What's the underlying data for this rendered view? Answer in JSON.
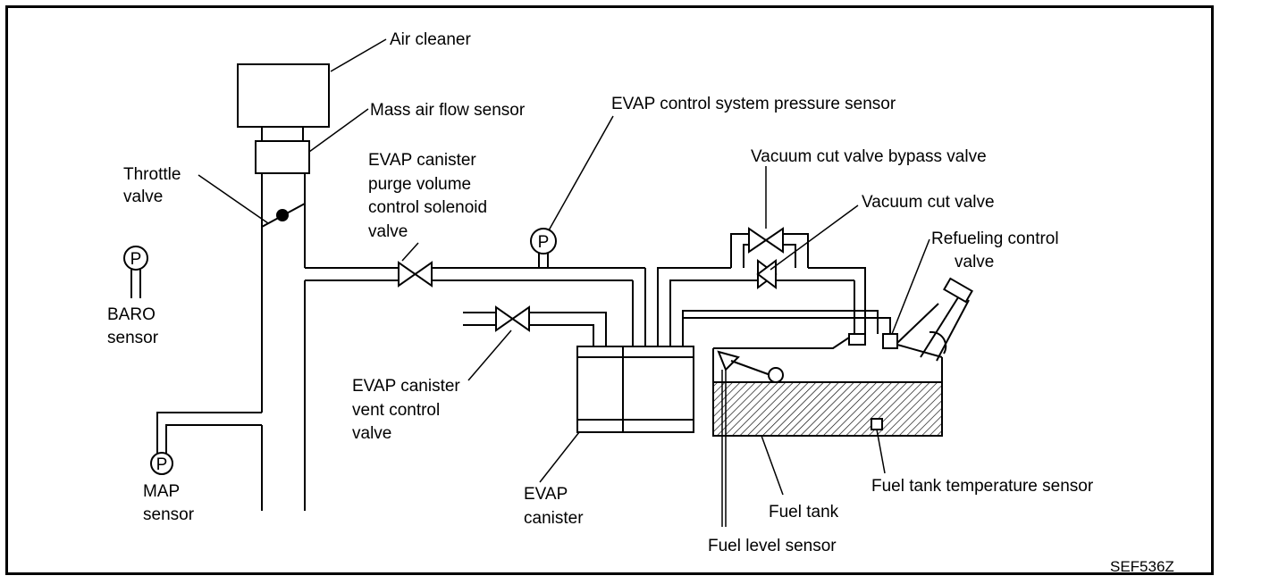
{
  "labels": {
    "air_cleaner": "Air cleaner",
    "mass_air_flow_sensor": "Mass air flow sensor",
    "throttle_valve_1": "Throttle",
    "throttle_valve_2": "valve",
    "evap_pressure_sensor": "EVAP control system pressure sensor",
    "vacuum_cut_bypass": "Vacuum cut valve bypass valve",
    "vacuum_cut": "Vacuum cut valve",
    "refueling_control_1": "Refueling control",
    "refueling_control_2": "valve",
    "purge_1": "EVAP canister",
    "purge_2": "purge volume",
    "purge_3": "control solenoid",
    "purge_4": "valve",
    "baro_1": "BARO",
    "baro_2": "sensor",
    "vent_1": "EVAP canister",
    "vent_2": "vent control",
    "vent_3": "valve",
    "map_1": "MAP",
    "map_2": "sensor",
    "canister_1": "EVAP",
    "canister_2": "canister",
    "fuel_tank_temp": "Fuel tank temperature sensor",
    "fuel_tank": "Fuel tank",
    "fuel_level": "Fuel level sensor",
    "pressure_symbol": "P",
    "figure_code": "SEF536Z"
  }
}
